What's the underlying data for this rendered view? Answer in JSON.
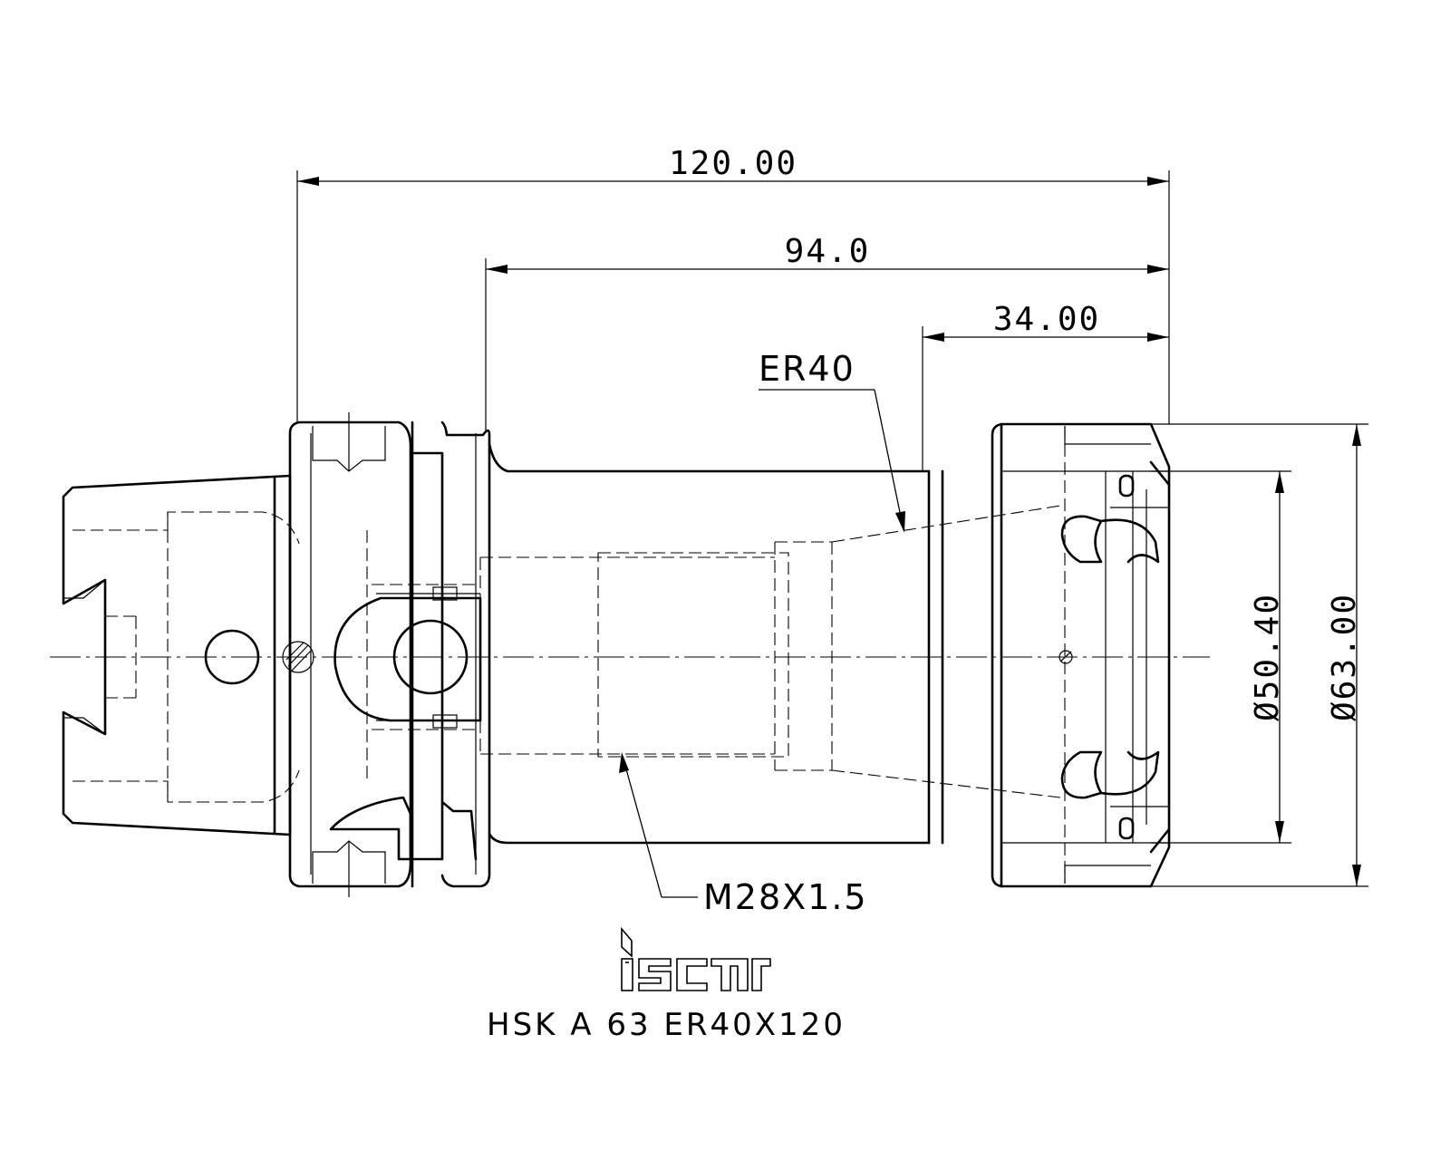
{
  "dimensions": {
    "overall_length": "120.00",
    "body_length": "94.0",
    "nut_length": "34.00",
    "collet_diameter": "Ø50.40",
    "nut_diameter": "Ø63.00"
  },
  "callouts": {
    "collet_type": "ER40",
    "thread": "M28X1.5"
  },
  "brand": {
    "logo_text": "iscar"
  },
  "title": "HSK A 63 ER40X120"
}
